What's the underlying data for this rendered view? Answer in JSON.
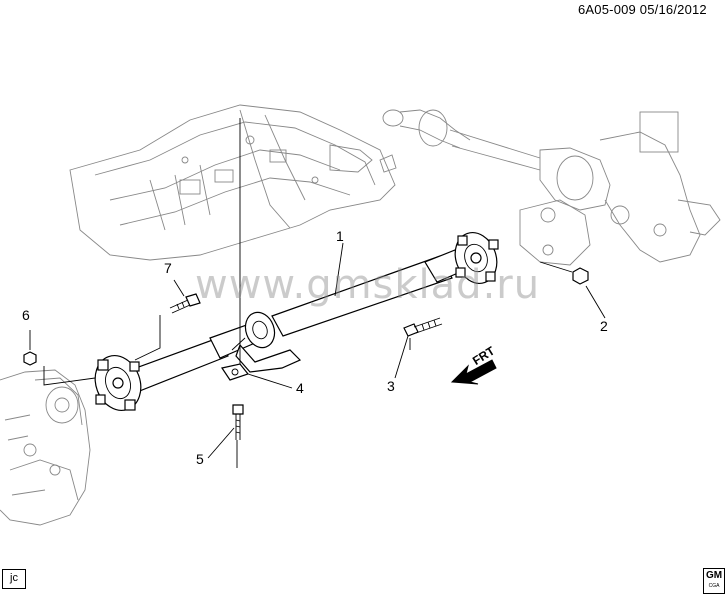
{
  "header": {
    "document_code": "6A05-009  05/16/2012"
  },
  "callouts": [
    {
      "id": "1",
      "label": "1"
    },
    {
      "id": "2",
      "label": "2"
    },
    {
      "id": "3",
      "label": "3"
    },
    {
      "id": "4",
      "label": "4"
    },
    {
      "id": "5",
      "label": "5"
    },
    {
      "id": "6",
      "label": "6"
    },
    {
      "id": "7",
      "label": "7"
    }
  ],
  "direction_arrow": {
    "label": "FRT"
  },
  "watermark": {
    "text": "www.gmsklad.ru"
  },
  "corner_tag": {
    "text": "jc"
  },
  "logo": {
    "brand": "GM",
    "sub": "CGA"
  }
}
